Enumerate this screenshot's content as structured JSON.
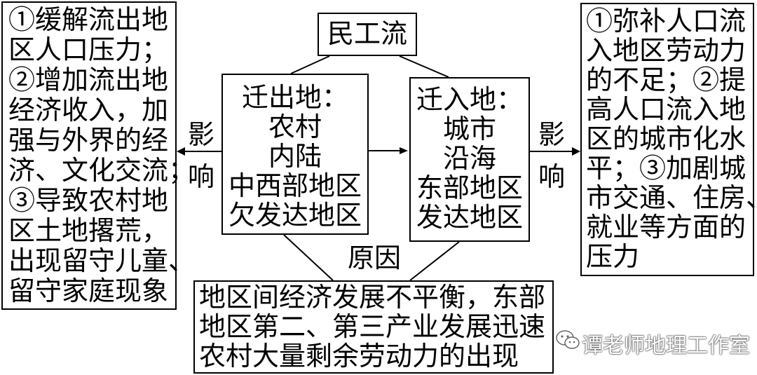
{
  "title": "民工流",
  "left_box": {
    "lines": [
      "①缓解流出地",
      "区人口压力；",
      "②增加流出地",
      "经济收入，加",
      "强与外界的经",
      "济、文化交流；",
      "③导致农村地",
      "区土地撂荒，",
      "出现留守儿童、",
      "留守家庭现象"
    ]
  },
  "right_box": {
    "lines": [
      "①弥补人口流",
      "入地区劳动力",
      "的不足；②提",
      "高人口流入地",
      "区的城市化水",
      "平；③加剧城",
      "市交通、住房、",
      "就业等方面的",
      "压力"
    ]
  },
  "out_box": {
    "lines": [
      "迁出地：",
      "农村",
      "内陆",
      "中西部地区",
      "欠发达地区"
    ]
  },
  "in_box": {
    "lines": [
      "迁入地：",
      "城市",
      "沿海",
      "东部地区",
      "发达地区"
    ]
  },
  "effect_left": [
    "影",
    "响"
  ],
  "effect_right": [
    "影",
    "响"
  ],
  "reason_label": "原因",
  "reason_box": {
    "lines": [
      "地区间经济发展不平衡，东部",
      "地区第二、第三产业发展迅速",
      "农村大量剩余劳动力的出现"
    ]
  },
  "watermark": "谭老师地理工作室",
  "watermark_icon": "wechat-icon"
}
